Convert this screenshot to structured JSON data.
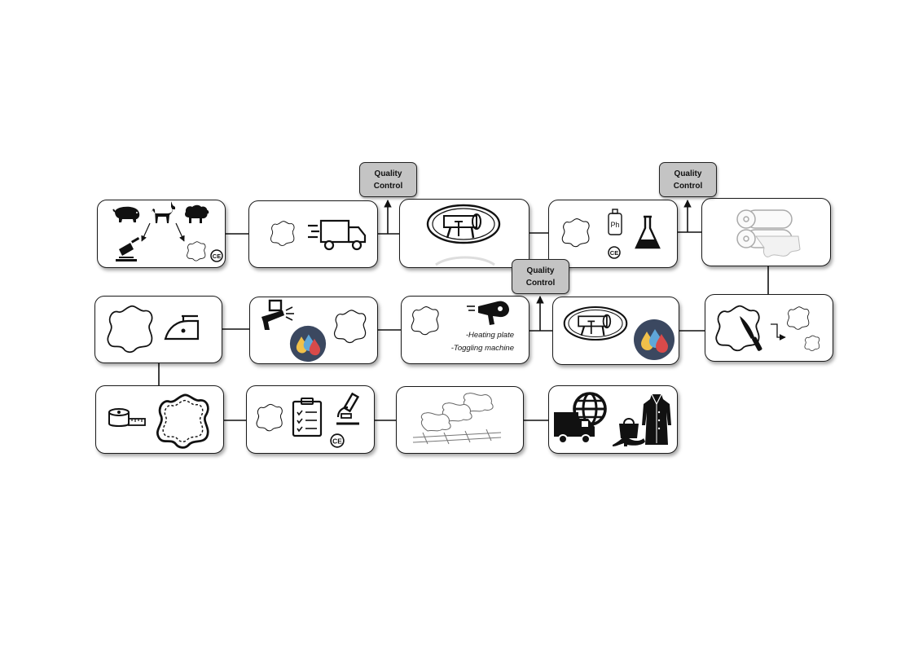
{
  "quality_control": {
    "line1": "Quality",
    "line2": "Control"
  },
  "drying_notes": {
    "heating_plate": "-Heating plate",
    "toggling_machine": "-Toggling machine"
  },
  "icons": [
    "pig-icon",
    "goat-icon",
    "sheep-icon",
    "cleaver-icon",
    "hide-icon",
    "ce-mark-icon",
    "truck-icon",
    "drum-machine-icon",
    "ph-bottle-icon",
    "flask-icon",
    "roller-machine-icon",
    "knife-icon",
    "spray-gun-icon",
    "dye-drops-icon",
    "hair-dryer-icon",
    "iron-icon",
    "tape-measure-icon",
    "stitched-hide-icon",
    "clipboard-icon",
    "microscope-icon",
    "stacked-hides-pallet-icon",
    "delivery-truck-icon",
    "globe-icon",
    "handbag-icon",
    "high-heel-icon",
    "coat-icon"
  ]
}
